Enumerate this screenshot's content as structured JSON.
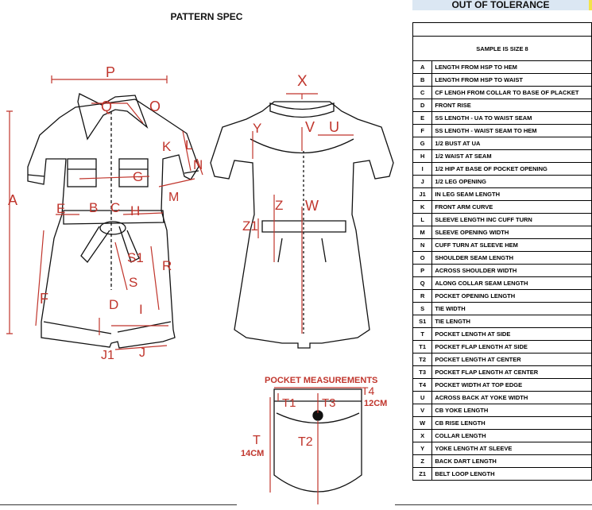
{
  "page_title": "PATTERN SPEC",
  "tolerance_header": "OUT OF TOLERANCE",
  "size_note": "SAMPLE IS SIZE 8",
  "pocket": {
    "title": "POCKET MEASUREMENTS",
    "width_value": "12CM",
    "length_value": "14CM"
  },
  "front_labels": [
    "P",
    "Q",
    "O",
    "K",
    "L",
    "N",
    "G",
    "M",
    "A",
    "E",
    "B",
    "C",
    "H",
    "S1",
    "R",
    "S",
    "F",
    "D",
    "I",
    "J1",
    "J"
  ],
  "back_labels": [
    "X",
    "Y",
    "V",
    "U",
    "Z",
    "W",
    "Z1"
  ],
  "pocket_labels": [
    "T4",
    "T1",
    "T3",
    "T",
    "T2"
  ],
  "measurements": [
    {
      "code": "A",
      "desc": "LENGTH FROM HSP TO HEM"
    },
    {
      "code": "B",
      "desc": "LENGTH FROM HSP TO WAIST"
    },
    {
      "code": "C",
      "desc": "CF LENGH FROM COLLAR TO BASE OF PLACKET"
    },
    {
      "code": "D",
      "desc": "FRONT RISE"
    },
    {
      "code": "E",
      "desc": "SS LENGTH - UA TO WAIST SEAM"
    },
    {
      "code": "F",
      "desc": "SS LENGTH - WAIST SEAM TO HEM"
    },
    {
      "code": "G",
      "desc": "1/2 BUST AT UA"
    },
    {
      "code": "H",
      "desc": "1/2 WAIST AT SEAM"
    },
    {
      "code": "I",
      "desc": "1/2 HIP AT BASE OF POCKET OPENING"
    },
    {
      "code": "J",
      "desc": "1/2 LEG OPENING"
    },
    {
      "code": "J1",
      "desc": "IN LEG SEAM LENGTH"
    },
    {
      "code": "K",
      "desc": "FRONT ARM CURVE"
    },
    {
      "code": "L",
      "desc": "SLEEVE LENGTH INC CUFF TURN"
    },
    {
      "code": "M",
      "desc": "SLEEVE OPENING WIDTH"
    },
    {
      "code": "N",
      "desc": "CUFF TURN AT SLEEVE HEM"
    },
    {
      "code": "O",
      "desc": "SHOULDER SEAM LENGTH"
    },
    {
      "code": "P",
      "desc": "ACROSS SHOULDER WIDTH"
    },
    {
      "code": "Q",
      "desc": "ALONG COLLAR SEAM LENGTH"
    },
    {
      "code": "R",
      "desc": "POCKET OPENING LENGTH"
    },
    {
      "code": "S",
      "desc": "TIE WIDTH"
    },
    {
      "code": "S1",
      "desc": "TIE LENGTH"
    },
    {
      "code": "T",
      "desc": "POCKET LENGTH AT SIDE"
    },
    {
      "code": "T1",
      "desc": "POCKET FLAP LENGTH AT SIDE"
    },
    {
      "code": "T2",
      "desc": "POCKET LENGTH AT CENTER"
    },
    {
      "code": "T3",
      "desc": "POCKET FLAP LENGTH AT CENTER"
    },
    {
      "code": "T4",
      "desc": "POCKET WIDTH AT TOP EDGE"
    },
    {
      "code": "U",
      "desc": "ACROSS BACK AT YOKE WIDTH"
    },
    {
      "code": "V",
      "desc": "CB YOKE LENGTH"
    },
    {
      "code": "W",
      "desc": "CB RISE LENGTH"
    },
    {
      "code": "X",
      "desc": "COLLAR LENGTH"
    },
    {
      "code": "Y",
      "desc": "YOKE LENGTH AT SLEEVE"
    },
    {
      "code": "Z",
      "desc": "BACK DART LENGTH"
    },
    {
      "code": "Z1",
      "desc": "BELT LOOP LENGTH"
    }
  ]
}
